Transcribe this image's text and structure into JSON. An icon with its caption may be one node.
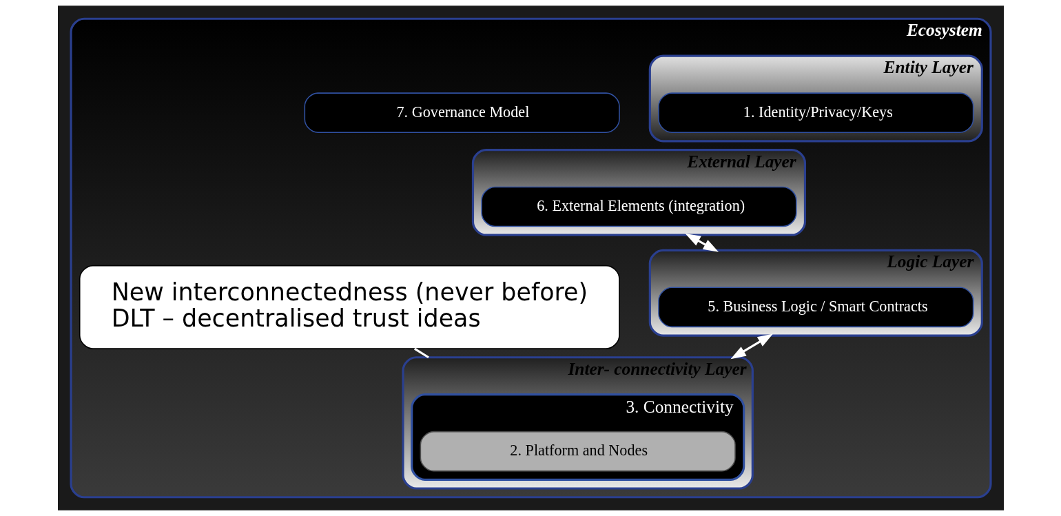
{
  "diagram": {
    "nodes": [
      {
        "text": [
          "Ecosystem"
        ]
      },
      {
        "text": [
          "Entity Layer"
        ],
        "in": 0
      },
      {
        "text": [
          "1. Identity/Privacy/Keys"
        ],
        "in": 1
      },
      {
        "text": [
          "7. Governance Model"
        ],
        "in": 0
      },
      {
        "text": [
          "External Layer"
        ],
        "in": 0
      },
      {
        "text": [
          "6. External Elements (integration)"
        ],
        "in": 4
      },
      {
        "text": [
          "Logic Layer"
        ],
        "in": 0
      },
      {
        "text": [
          "5. Business Logic / Smart Contracts"
        ],
        "in": 6
      },
      {
        "text": [
          "Inter- connectivity Layer"
        ],
        "in": 0
      },
      {
        "text": [
          "3. Connectivity"
        ],
        "in": 8
      },
      {
        "text": [
          "2. Platform and Nodes"
        ],
        "in": 9
      },
      {
        "text": [
          "New interconnectedness (never before)",
          "DLT – decentralised trust ideas"
        ],
        "in": 0
      }
    ],
    "edges": [
      {
        "from": 4,
        "to": 6,
        "arrow": "both"
      },
      {
        "from": 6,
        "to": 8,
        "arrow": "both"
      },
      {
        "from": 11,
        "to": 8,
        "arrow": "none"
      }
    ]
  }
}
